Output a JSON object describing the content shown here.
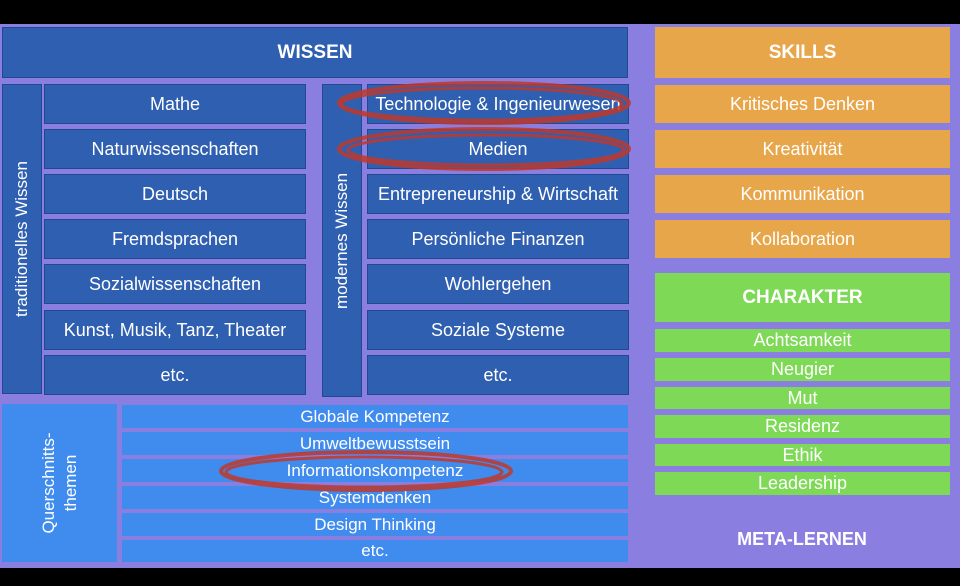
{
  "wissen": {
    "title": "WISSEN",
    "traditional_label": "traditionelles Wissen",
    "traditional_items": [
      "Mathe",
      "Naturwissenschaften",
      "Deutsch",
      "Fremdsprachen",
      "Sozialwissenschaften",
      "Kunst, Musik, Tanz, Theater",
      "etc."
    ],
    "modern_label": "modernes Wissen",
    "modern_items": [
      "Technologie & Ingenieurwesen",
      "Medien",
      "Entrepreneurship & Wirtschaft",
      "Persönliche Finanzen",
      "Wohlergehen",
      "Soziale Systeme",
      "etc."
    ]
  },
  "cross": {
    "label_line1": "Querschnitts-",
    "label_line2": "themen",
    "items": [
      "Globale Kompetenz",
      "Umweltbewusstsein",
      "Informationskompetenz",
      "Systemdenken",
      "Design Thinking",
      "etc."
    ]
  },
  "skills": {
    "title": "SKILLS",
    "items": [
      "Kritisches Denken",
      "Kreativität",
      "Kommunikation",
      "Kollaboration"
    ]
  },
  "charakter": {
    "title": "CHARAKTER",
    "items": [
      "Achtsamkeit",
      "Neugier",
      "Mut",
      "Residenz",
      "Ethik",
      "Leadership"
    ]
  },
  "meta_lernen": {
    "title": "META-LERNEN"
  },
  "colors": {
    "background": "#8a7fe0",
    "wissen_blue": "#2f5fb0",
    "cross_blue": "#3f8bee",
    "skills_orange": "#e8a64a",
    "charakter_green": "#7ed957",
    "highlight_red": "#c0392b"
  }
}
